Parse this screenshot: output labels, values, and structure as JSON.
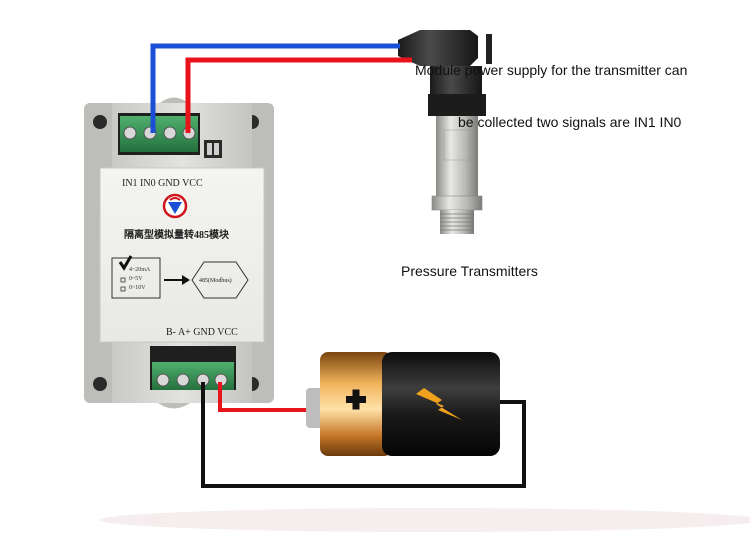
{
  "captions": {
    "line1": "Module power supply for the transmitter can",
    "line2": "be collected two signals are IN1 IN0",
    "sensor_name": "Pressure Transmitters"
  },
  "module": {
    "top_terminals": "IN1  IN0  GND VCC",
    "bottom_terminals": "B-  A+  GND VCC",
    "title": "隔离型模拟量转485模块",
    "options": [
      "4~20mA",
      "0~5V",
      "0~10V"
    ],
    "output_label": "485(Modbus)"
  },
  "colors": {
    "wire_blue": "#1a4fd6",
    "wire_red": "#e8141c",
    "wire_black": "#111111",
    "module_body": "#d6d6d2",
    "terminal_green": "#3a9a5c",
    "logo_red": "#d0141c"
  },
  "icons": {
    "battery": "battery-icon",
    "lightning": "lightning-bolt-icon",
    "plus": "plus-icon",
    "logo": "brand-logo-icon"
  }
}
